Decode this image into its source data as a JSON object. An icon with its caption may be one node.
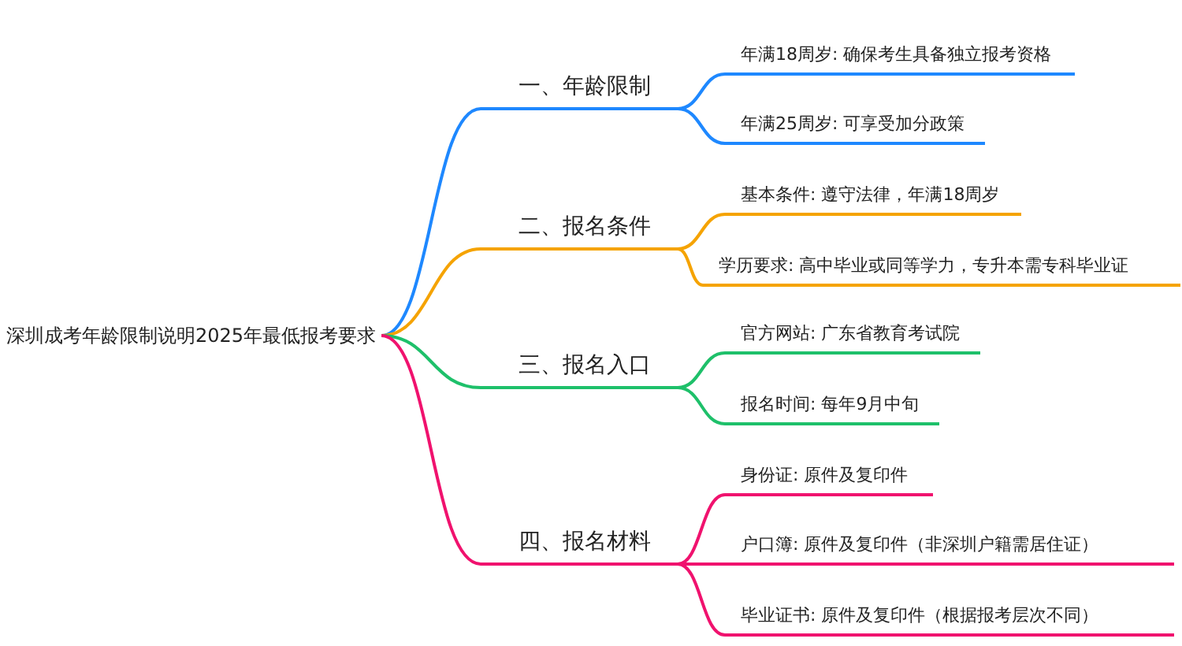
{
  "diagram": {
    "nodes": [
      {
        "text": [
          "深圳成考年龄限制说明2025年最低报考要求"
        ]
      },
      {
        "text": [
          "一、年龄限制"
        ]
      },
      {
        "text": [
          "年满18周岁: 确保考生具备独立报考资格"
        ]
      },
      {
        "text": [
          "年满25周岁: 可享受加分政策"
        ]
      },
      {
        "text": [
          "二、报名条件"
        ]
      },
      {
        "text": [
          "基本条件: 遵守法律，年满18周岁"
        ]
      },
      {
        "text": [
          "学历要求: 高中毕业或同等学力，专升本需专科毕业证"
        ]
      },
      {
        "text": [
          "三、报名入口"
        ]
      },
      {
        "text": [
          "官方网站: 广东省教育考试院"
        ]
      },
      {
        "text": [
          "报名时间: 每年9月中旬"
        ]
      },
      {
        "text": [
          "四、报名材料"
        ]
      },
      {
        "text": [
          "身份证: 原件及复印件"
        ]
      },
      {
        "text": [
          "户口簿: 原件及复印件（非深圳户籍需居住证）"
        ]
      },
      {
        "text": [
          "毕业证书: 原件及复印件（根据报考层次不同）"
        ]
      }
    ],
    "edges": [
      {
        "from": 0,
        "to": 1,
        "arrow": "none",
        "color": "#1e88ff"
      },
      {
        "from": 1,
        "to": 2,
        "arrow": "none",
        "color": "#1e88ff"
      },
      {
        "from": 1,
        "to": 3,
        "arrow": "none",
        "color": "#1e88ff"
      },
      {
        "from": 0,
        "to": 4,
        "arrow": "none",
        "color": "#f5a300"
      },
      {
        "from": 4,
        "to": 5,
        "arrow": "none",
        "color": "#f5a300"
      },
      {
        "from": 4,
        "to": 6,
        "arrow": "none",
        "color": "#f5a300"
      },
      {
        "from": 0,
        "to": 7,
        "arrow": "none",
        "color": "#1ec06a"
      },
      {
        "from": 7,
        "to": 8,
        "arrow": "none",
        "color": "#1ec06a"
      },
      {
        "from": 7,
        "to": 9,
        "arrow": "none",
        "color": "#1ec06a"
      },
      {
        "from": 0,
        "to": 10,
        "arrow": "none",
        "color": "#f0126e"
      },
      {
        "from": 10,
        "to": 11,
        "arrow": "none",
        "color": "#f0126e"
      },
      {
        "from": 10,
        "to": 12,
        "arrow": "none",
        "color": "#f0126e"
      },
      {
        "from": 10,
        "to": 13,
        "arrow": "none",
        "color": "#f0126e"
      }
    ]
  }
}
